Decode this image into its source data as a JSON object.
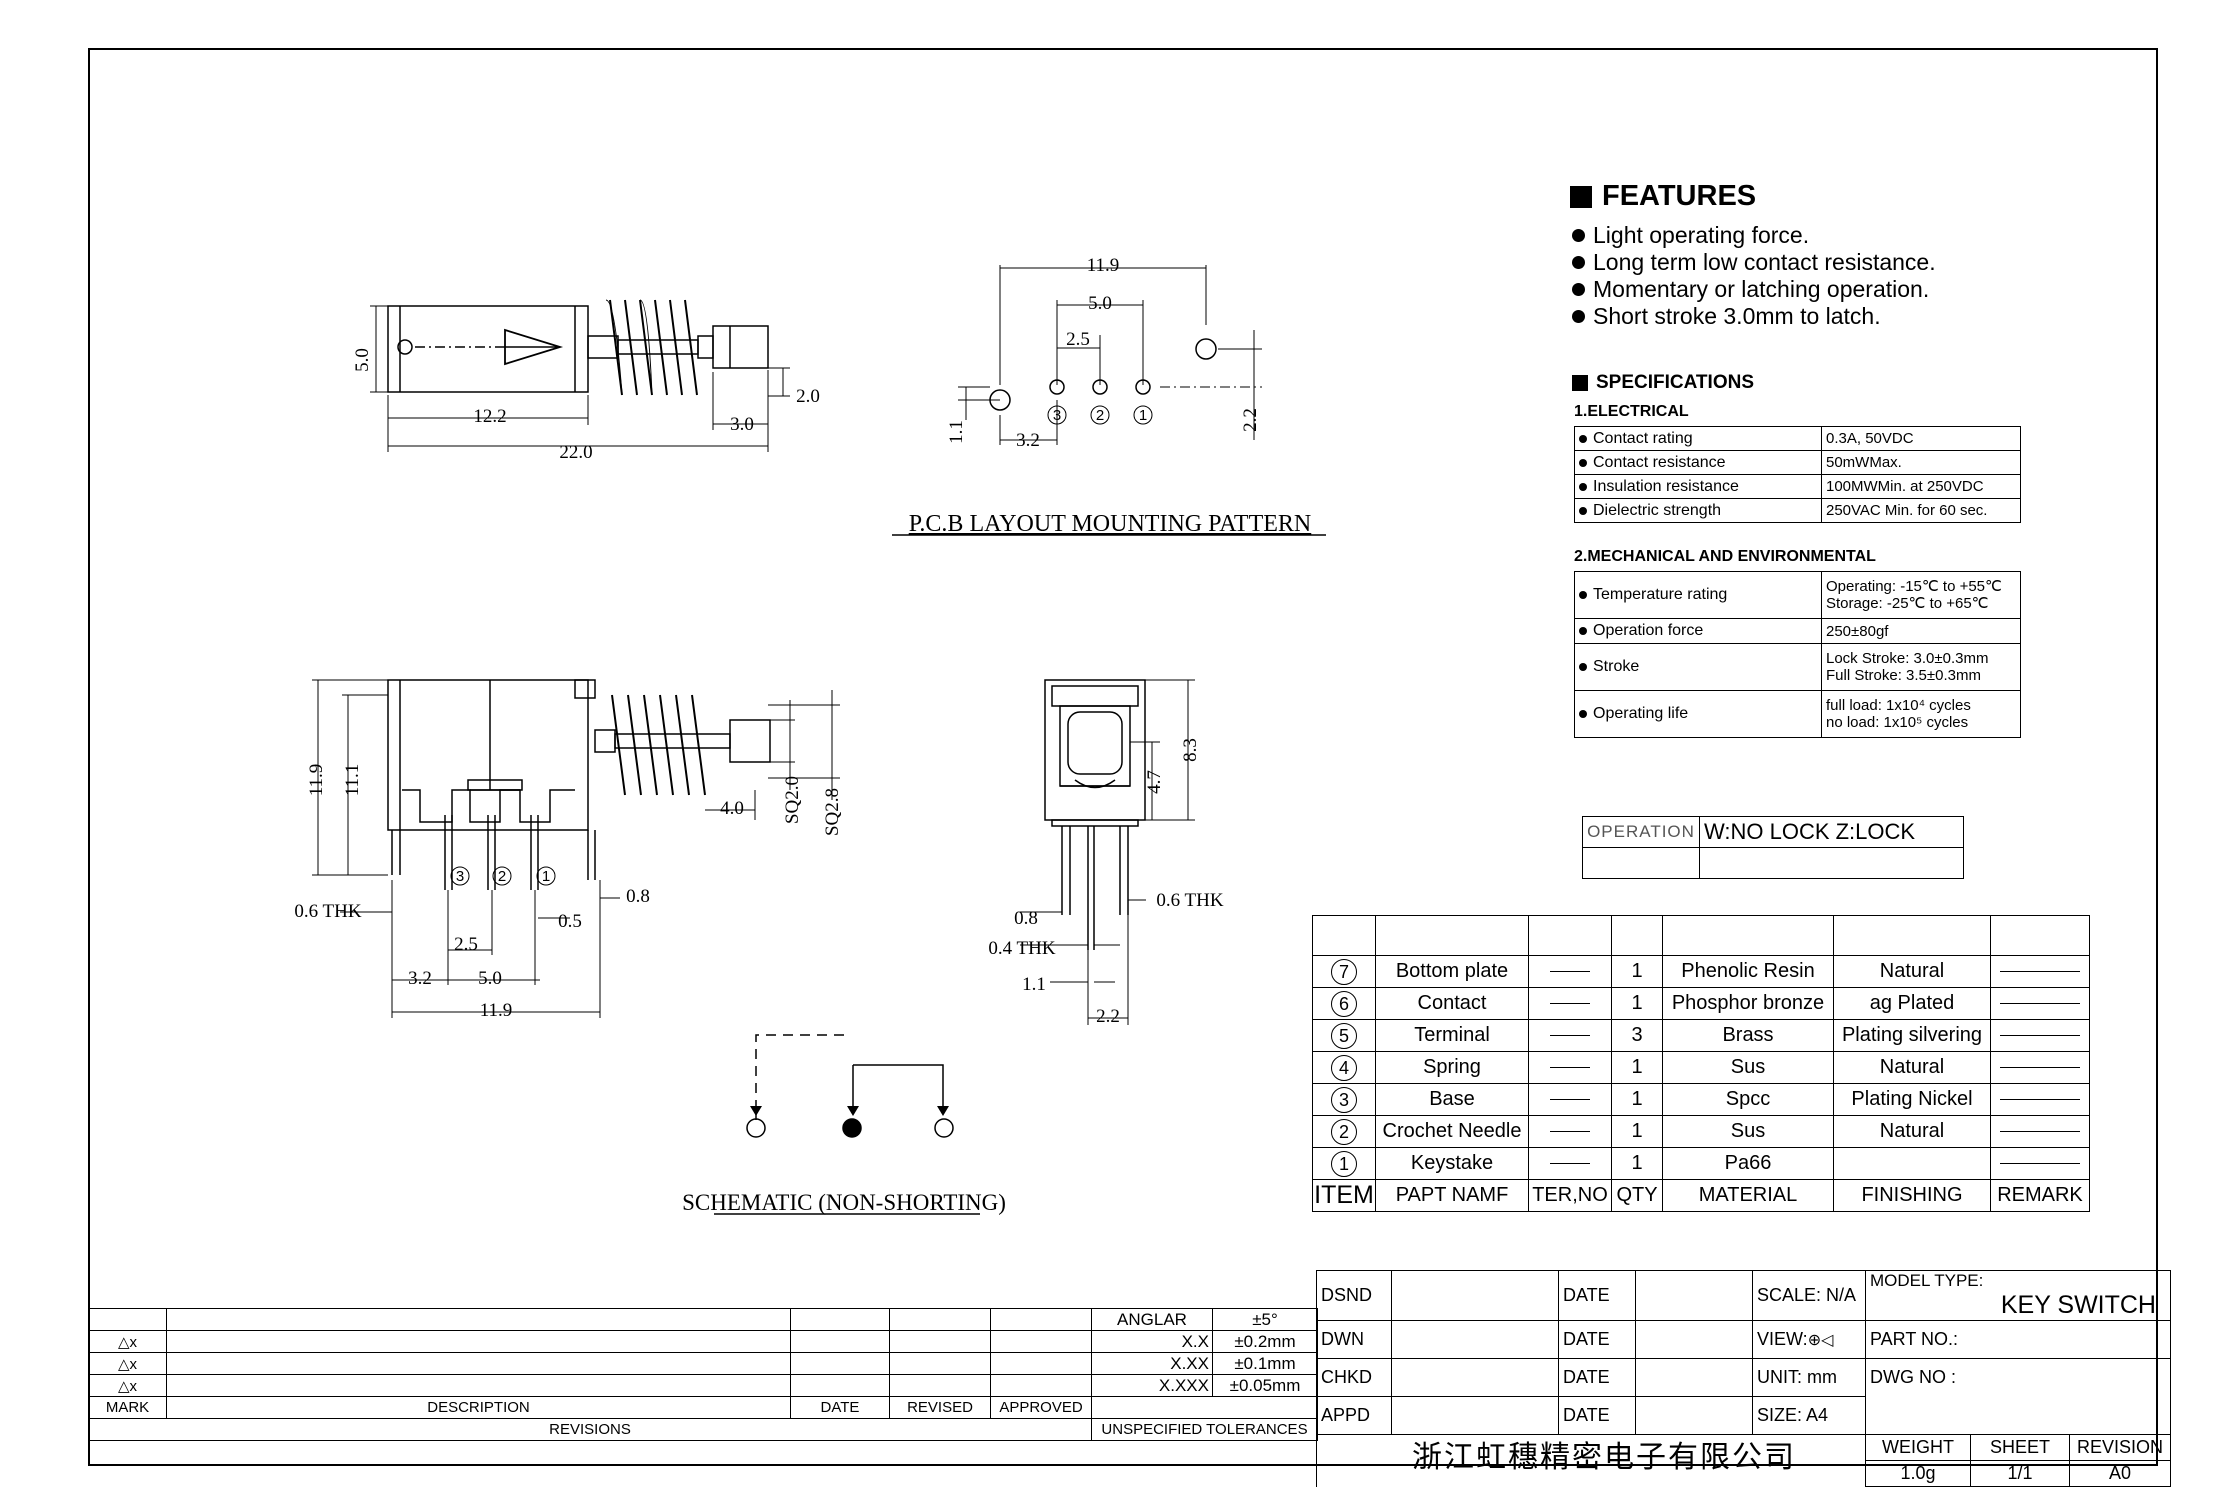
{
  "features": {
    "title": "FEATURES",
    "items": [
      "Light operating force.",
      "Long term low contact resistance.",
      "Momentary or latching operation.",
      "Short stroke 3.0mm to latch."
    ]
  },
  "specifications": {
    "title": "SPECIFICATIONS",
    "electrical_title": "1.ELECTRICAL",
    "electrical": [
      {
        "k": "Contact rating",
        "v": "0.3A, 50VDC"
      },
      {
        "k": "Contact resistance",
        "v": "50mWMax."
      },
      {
        "k": "Insulation resistance",
        "v": "100MWMin. at 250VDC"
      },
      {
        "k": "Dielectric strength",
        "v": "250VAC Min. for 60 sec."
      }
    ],
    "mechanical_title": "2.MECHANICAL AND ENVIRONMENTAL",
    "mechanical": [
      {
        "k": "Temperature rating",
        "v1": "Operating: -15℃ to +55℃",
        "v2": "Storage: -25℃ to +65℃"
      },
      {
        "k": "Operation force",
        "v1": "250±80gf",
        "v2": ""
      },
      {
        "k": "Stroke",
        "v1": "Lock Stroke: 3.0±0.3mm",
        "v2": "Full Stroke: 3.5±0.3mm"
      },
      {
        "k": "Operating life",
        "v1": "full load: 1x10⁴ cycles",
        "v2": "no load: 1x10⁵ cycles"
      }
    ]
  },
  "operation": {
    "label": "OPERATION",
    "value": "W:NO LOCK Z:LOCK"
  },
  "bom": {
    "rows": [
      {
        "n": "7",
        "name": "Bottom plate",
        "qty": "1",
        "mat": "Phenolic Resin",
        "fin": "Natural"
      },
      {
        "n": "6",
        "name": "Contact",
        "qty": "1",
        "mat": "Phosphor bronze",
        "fin": "ag Plated"
      },
      {
        "n": "5",
        "name": "Terminal",
        "qty": "3",
        "mat": "Brass",
        "fin": "Plating silvering"
      },
      {
        "n": "4",
        "name": "Spring",
        "qty": "1",
        "mat": "Sus",
        "fin": "Natural"
      },
      {
        "n": "3",
        "name": "Base",
        "qty": "1",
        "mat": "Spcc",
        "fin": "Plating Nickel"
      },
      {
        "n": "2",
        "name": "Crochet Needle",
        "qty": "1",
        "mat": "Sus",
        "fin": "Natural"
      },
      {
        "n": "1",
        "name": "Keystake",
        "qty": "1",
        "mat": "Pa66",
        "fin": ""
      }
    ],
    "header": {
      "item": "ITEM",
      "part": "PAPT NAMF",
      "ter": "TER,NO",
      "qty": "QTY",
      "mat": "MATERIAL",
      "fin": "FINISHING",
      "rem": "REMARK"
    }
  },
  "drawing_labels": {
    "pcb_title": "P.C.B LAYOUT MOUNTING PATTERN",
    "schematic_title": "SCHEMATIC (NON-SHORTING)",
    "d_5_0": "5.0",
    "d_12_2": "12.2",
    "d_22_0": "22.0",
    "d_3_0": "3.0",
    "d_2_0": "2.0",
    "d_11_9": "11.9",
    "d_2_5": "2.5",
    "d_1_1": "1.1",
    "d_3_2": "3.2",
    "d_2_2": "2.2",
    "d_11_1": "11.1",
    "d_4_0": "4.0",
    "d_sq2_0": "SQ2.0",
    "d_sq2_8": "SQ2.8",
    "d_0_6thk": "0.6 THK",
    "d_0_5": "0.5",
    "d_0_8": "0.8",
    "d_8_3": "8.3",
    "d_4_7": "4.7",
    "d_0_4thk": "0.4 THK",
    "pin3": "3",
    "pin2": "2",
    "pin1": "1"
  },
  "revisions": {
    "anglar": "ANGLAR",
    "anglar_v": "±5°",
    "tol": [
      {
        "k": "X.X",
        "v": "±0.2mm"
      },
      {
        "k": "X.XX",
        "v": "±0.1mm"
      },
      {
        "k": "X.XXX",
        "v": "±0.05mm"
      }
    ],
    "mark_sym": "△x",
    "mark": "MARK",
    "description": "DESCRIPTION",
    "date": "DATE",
    "revised": "REVISED",
    "approved": "APPROVED",
    "revisions": "REVISIONS",
    "unspecified": "UNSPECIFIED TOLERANCES"
  },
  "title_block": {
    "dsnd": "DSND",
    "dwn": "DWN",
    "chkd": "CHKD",
    "appd": "APPD",
    "date": "DATE",
    "scale": "SCALE: N/A",
    "view": "VIEW:",
    "unit": "UNIT: mm",
    "size": "SIZE: A4",
    "model_type": "MODEL TYPE:",
    "model_value": "KEY SWITCH",
    "part_no": "PART NO.:",
    "dwg_no": "DWG NO :",
    "weight": "WEIGHT",
    "sheet": "SHEET",
    "revision": "REVISION",
    "weight_v": "1.0g",
    "sheet_v": "1/1",
    "revision_v": "A0",
    "company": "浙江虹穗精密电子有限公司"
  }
}
